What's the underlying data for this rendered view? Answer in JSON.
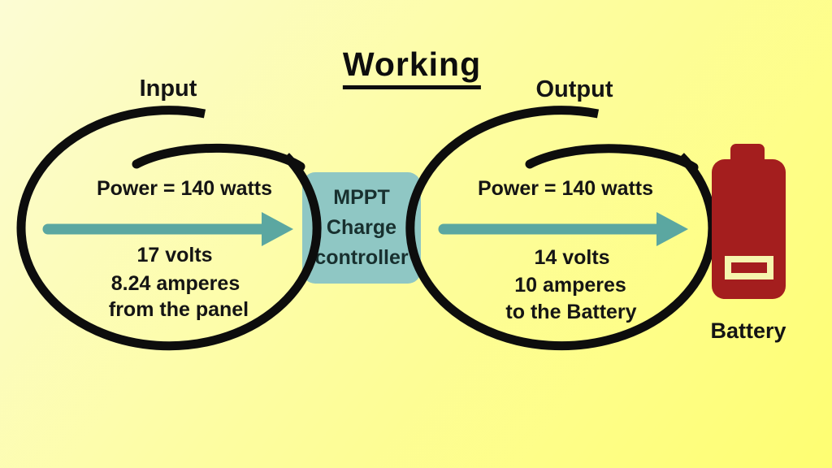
{
  "title": "Working",
  "input": {
    "label": "Input",
    "power": "Power = 140 watts",
    "volts": "17 volts",
    "amperes": "8.24 amperes",
    "source": "from the panel"
  },
  "controller": {
    "line1": "MPPT",
    "line2": "Charge",
    "line3": "controller"
  },
  "output": {
    "label": "Output",
    "power": "Power = 140 watts",
    "volts": "14 volts",
    "amperes": "10 amperes",
    "destination": "to the Battery"
  },
  "battery": {
    "label": "Battery"
  },
  "colors": {
    "background_top_left": "#FCFCD4",
    "background_bottom_right": "#FEFE72",
    "ink": "#0D0D0D",
    "arrow_teal": "#5BA7A1",
    "controller_box": "#8FC7C4",
    "battery_red": "#A41E1E",
    "battery_window": "#F6F6AE"
  }
}
